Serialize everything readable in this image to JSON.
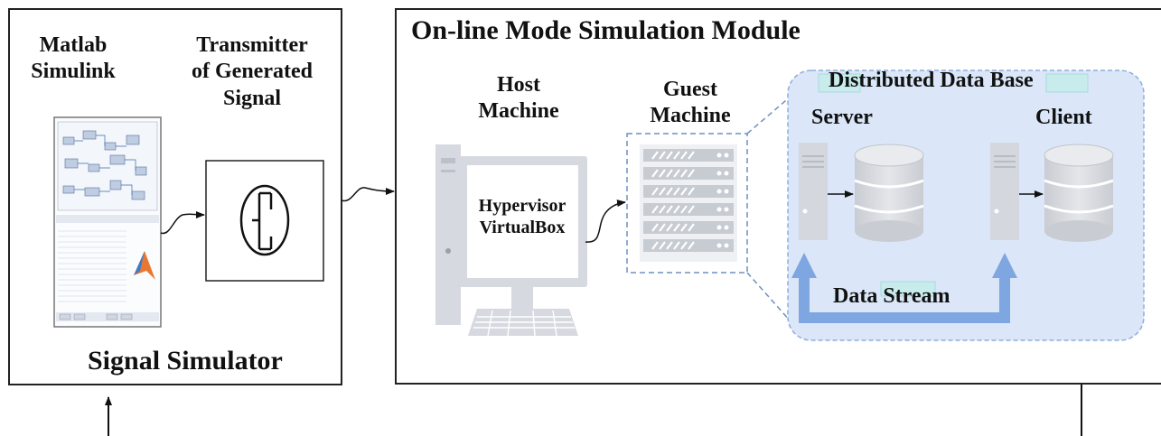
{
  "signal_simulator": {
    "title": "Signal Simulator",
    "matlab_label": "Matlab\nSimulink",
    "transmitter_label": "Transmitter\nof Generated\nSignal"
  },
  "online_module": {
    "title": "On-line Mode Simulation Module",
    "host_label": "Host\nMachine",
    "guest_label": "Guest\nMachine",
    "hypervisor_label": "Hypervisor\nVirtualBox",
    "distributed_db_label": "Distributed Data Base",
    "server_label": "Server",
    "client_label": "Client",
    "data_stream_label": "Data Stream"
  },
  "colors": {
    "border": "#222222",
    "db_panel_fill": "#dbe7f8",
    "db_panel_border": "#8eaedc",
    "arrow_blue": "#7ea6e0",
    "device_gray": "#d4d7dd",
    "label_highlight": "#c8ecec"
  }
}
